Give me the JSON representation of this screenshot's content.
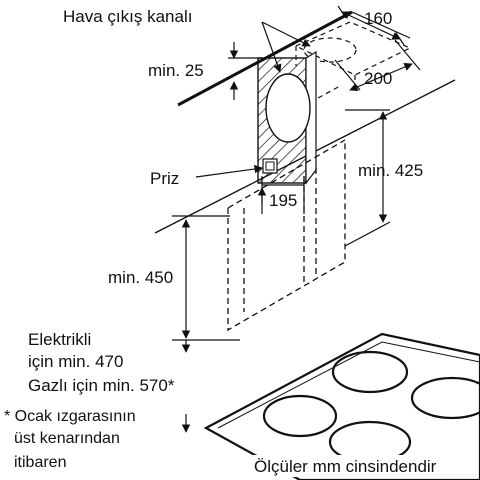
{
  "labels": {
    "air_outlet": "Hava çıkış kanalı",
    "dim_160": "160",
    "dim_200": "200",
    "min_25": "min. 25",
    "socket": "Priz",
    "dim_195": "195",
    "min_425": "min. 425",
    "min_450": "min. 450",
    "electric_line1": "Elektrikli",
    "electric_line2": "için min. 470",
    "gas": "Gazlı için min. 570*",
    "footnote_line1": "* Ocak ızgarasının",
    "footnote_line2": "üst kenarından",
    "footnote_line3": "itibaren",
    "units_note": "Ölçüler mm cinsindendir"
  },
  "colors": {
    "line": "#111111",
    "background": "#ffffff"
  }
}
